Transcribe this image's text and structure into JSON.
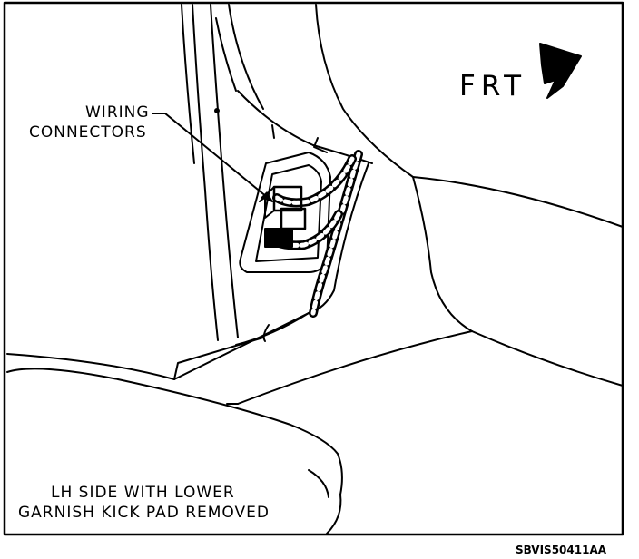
{
  "direction_label": "FRT",
  "callout": {
    "line1": "WIRING",
    "line2": "CONNECTORS"
  },
  "caption": {
    "line1": "LH SIDE WITH LOWER",
    "line2": "GARNISH KICK PAD REMOVED"
  },
  "figure_id": "SBVIS50411AA",
  "colors": {
    "ink": "#000000",
    "paper": "#ffffff"
  },
  "icons": {
    "direction_arrow": "arrow-icon"
  }
}
